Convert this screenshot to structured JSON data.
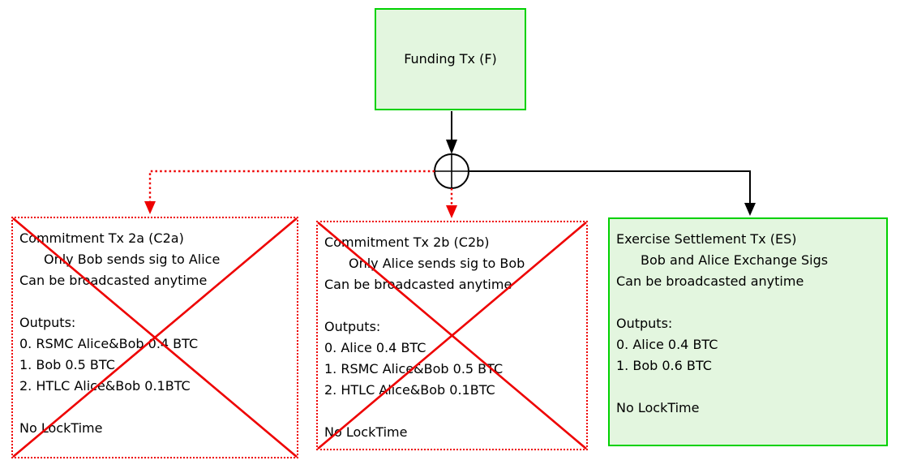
{
  "colors": {
    "green-border": "#00d100",
    "green-fill": "#e3f6df",
    "red": "#ee0000",
    "ink": "#000000"
  },
  "funding": {
    "label": "Funding Tx (F)"
  },
  "junction": {
    "icon": "circle-plus"
  },
  "boxes": [
    {
      "id": "C2a",
      "status": "crossed-out",
      "lines": [
        "Commitment Tx 2a (C2a)",
        "Only Bob sends sig to Alice",
        "Can be broadcasted anytime",
        "",
        "Outputs:",
        "0. RSMC Alice&Bob 0.4 BTC",
        "1. Bob 0.5 BTC",
        "2. HTLC Alice&Bob 0.1BTC",
        "",
        "No LockTime"
      ]
    },
    {
      "id": "C2b",
      "status": "crossed-out",
      "lines": [
        "Commitment Tx 2b (C2b)",
        "Only Alice sends sig to Bob",
        "Can be broadcasted anytime",
        "",
        "Outputs:",
        "0. Alice 0.4 BTC",
        "1. RSMC Alice&Bob 0.5 BTC",
        "2. HTLC Alice&Bob 0.1BTC",
        "",
        "No LockTime"
      ]
    },
    {
      "id": "ES",
      "status": "valid",
      "lines": [
        "Exercise Settlement Tx (ES)",
        "Bob and Alice Exchange Sigs",
        "Can be broadcasted anytime",
        "",
        "Outputs:",
        "0. Alice 0.4 BTC",
        "1. Bob 0.6 BTC",
        "",
        "No LockTime"
      ]
    }
  ]
}
